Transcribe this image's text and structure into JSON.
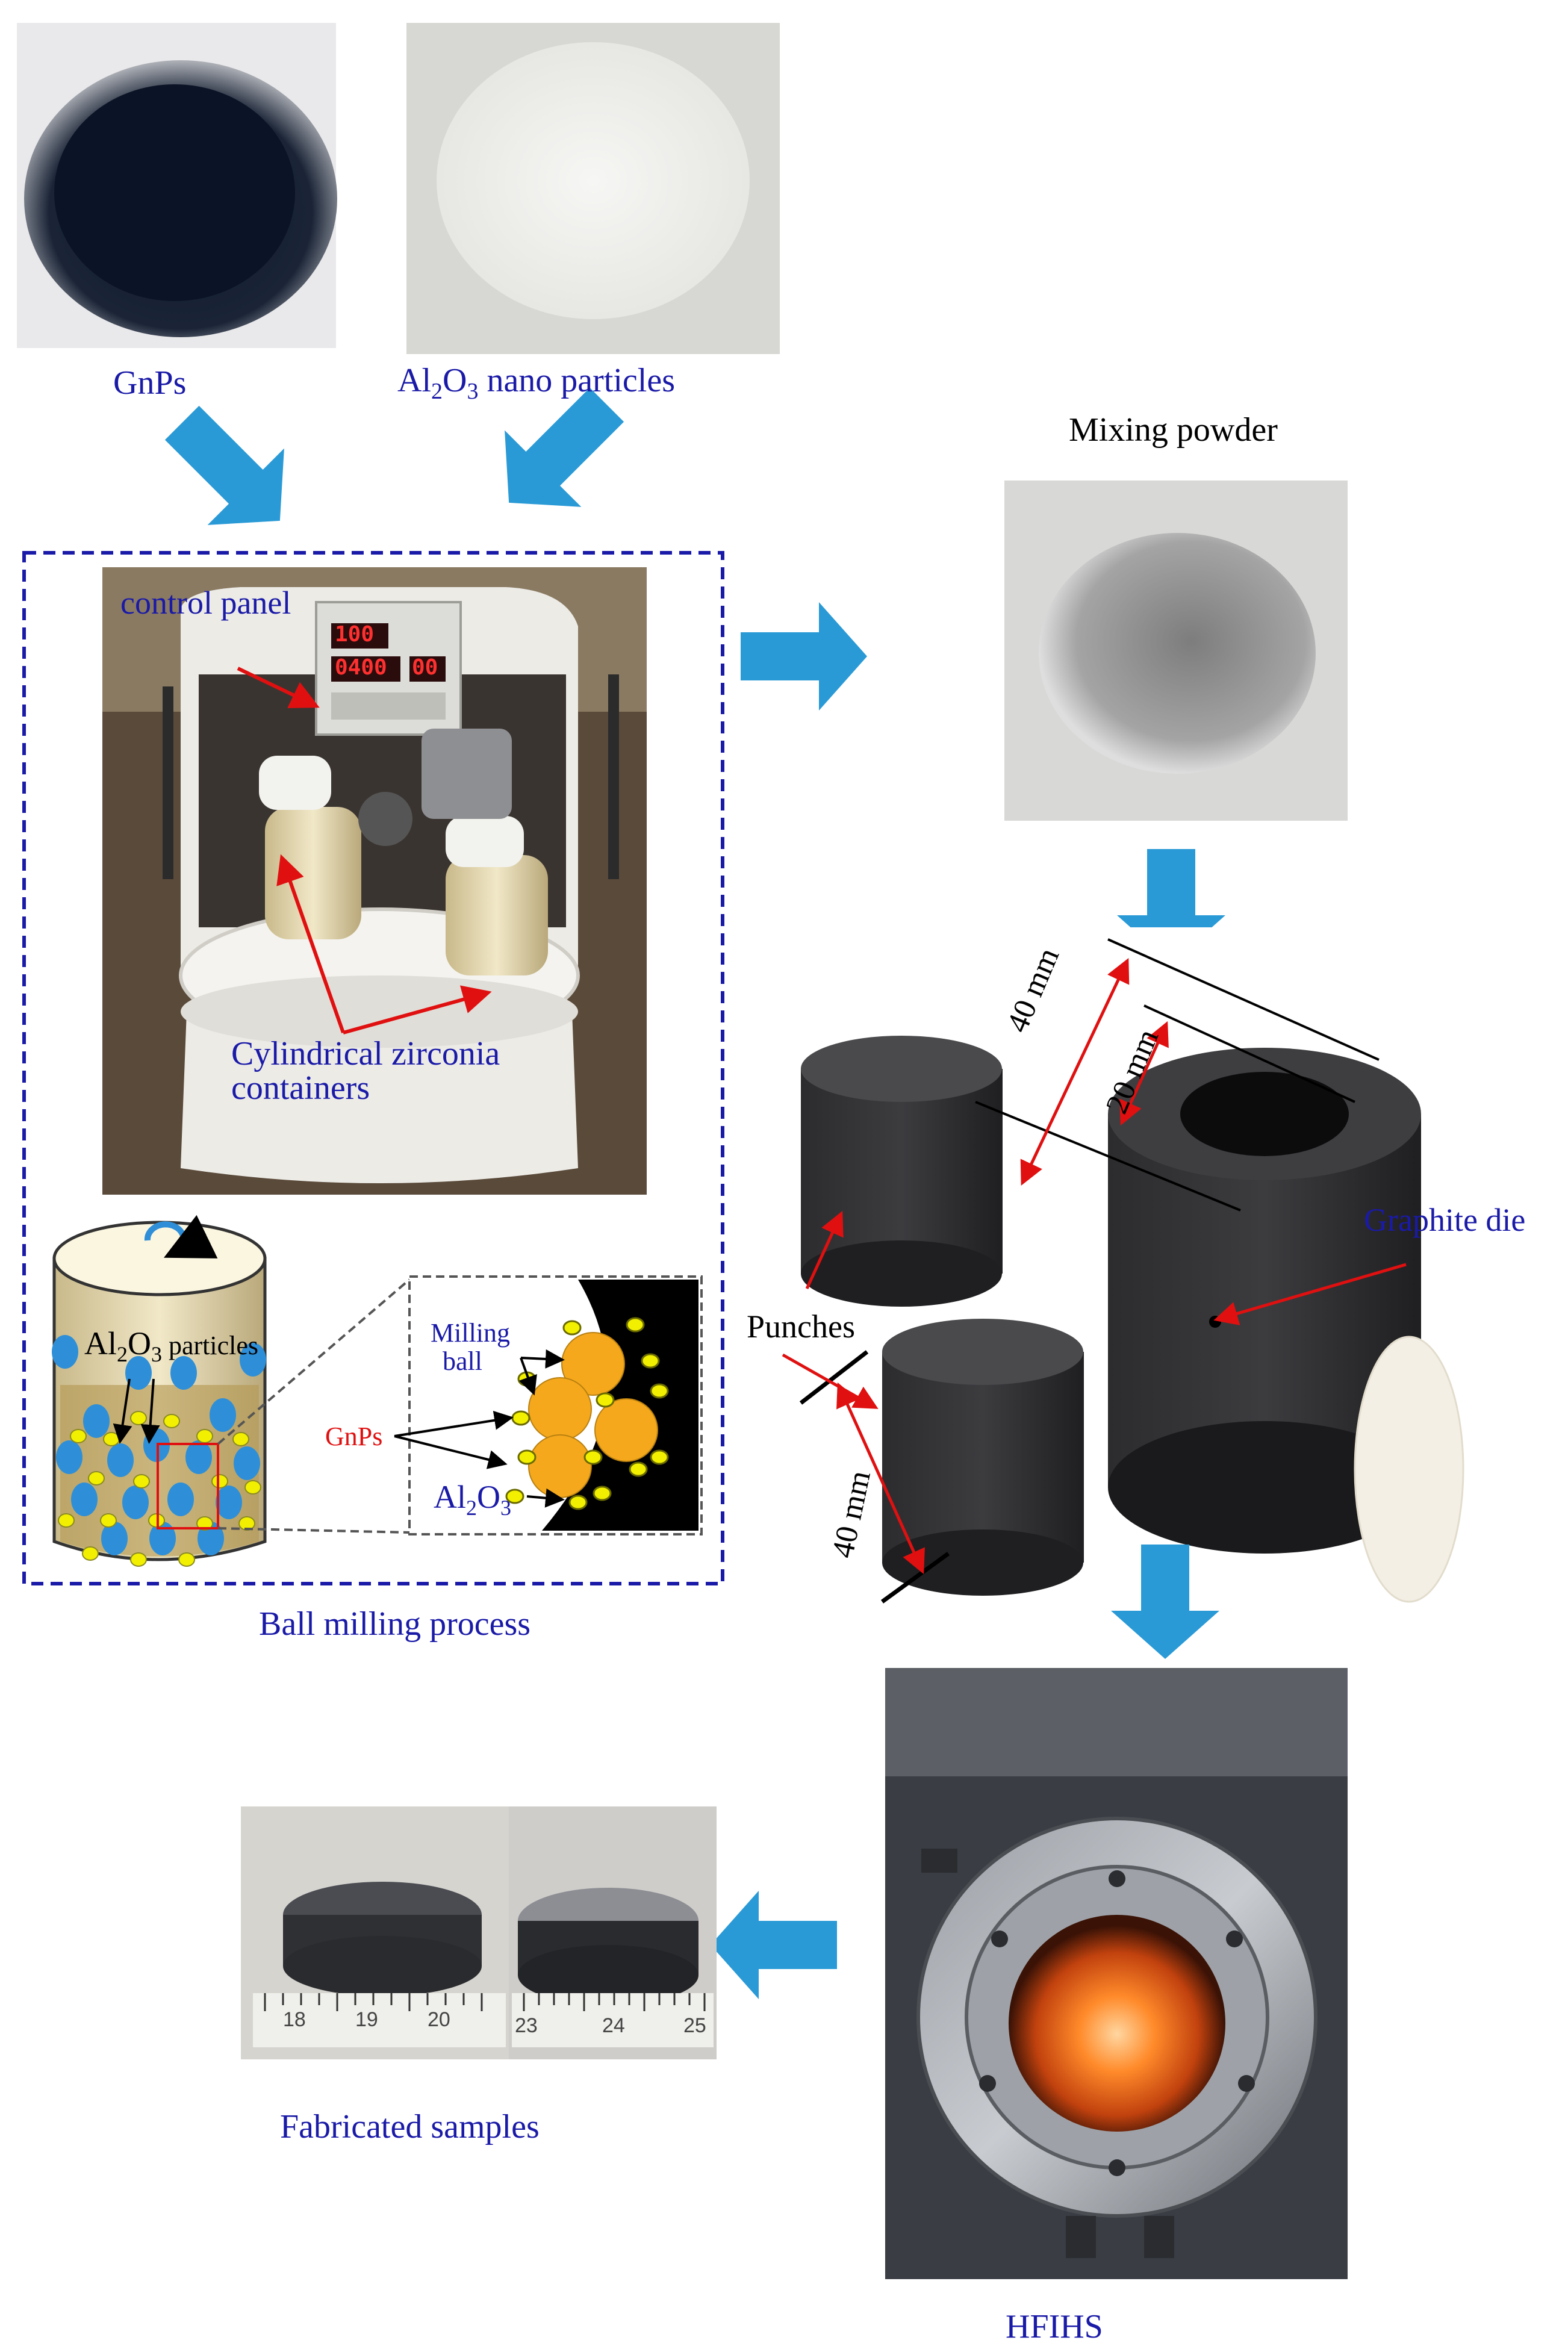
{
  "captions": {
    "gnps": "GnPs",
    "alumina_prefix": "Al",
    "alumina_sub1": "2",
    "alumina_mid": "O",
    "alumina_sub2": "3",
    "alumina_suffix": " nano particles",
    "mixing_powder": "Mixing  powder",
    "ball_milling_process": "Ball  milling  process",
    "fabricated_samples": "Fabricated  samples",
    "hfihs": "HFIHS"
  },
  "mill_labels": {
    "control_panel": "control panel",
    "cylindrical_line1": "Cylindrical  zirconia",
    "cylindrical_line2": "containers",
    "display_speed": "100",
    "display_time": "0400",
    "display_small": "00"
  },
  "schematic_labels": {
    "al2o3_particles_prefix": "Al",
    "al2o3_particles_sub1": "2",
    "al2o3_particles_mid": "O",
    "al2o3_particles_sub2": "3",
    "al2o3_particles_suffix": " particles",
    "milling_ball_line1": "Milling",
    "milling_ball_line2": "ball",
    "gnps": "GnPs",
    "al2o3_prefix": "Al",
    "al2o3_sub1": "2",
    "al2o3_mid": "O",
    "al2o3_sub2": "3"
  },
  "die_labels": {
    "dim_40_top": "40 mm",
    "dim_20": "20 mm",
    "dim_40_bottom": "40 mm",
    "graphite_die": "Graphite die",
    "punches": "Punches"
  },
  "ruler_labels": {
    "left": [
      "18",
      "19",
      "20"
    ],
    "right": [
      "23",
      "24",
      "25"
    ]
  },
  "colors": {
    "arrow_blue": "#2a9ad6",
    "frame_blue": "#1a1aa8",
    "label_red": "#e01010",
    "alumina_blue": "#2e8fd8",
    "gnp_yellow": "#f2f000",
    "ball_orange": "#f5a81c"
  }
}
